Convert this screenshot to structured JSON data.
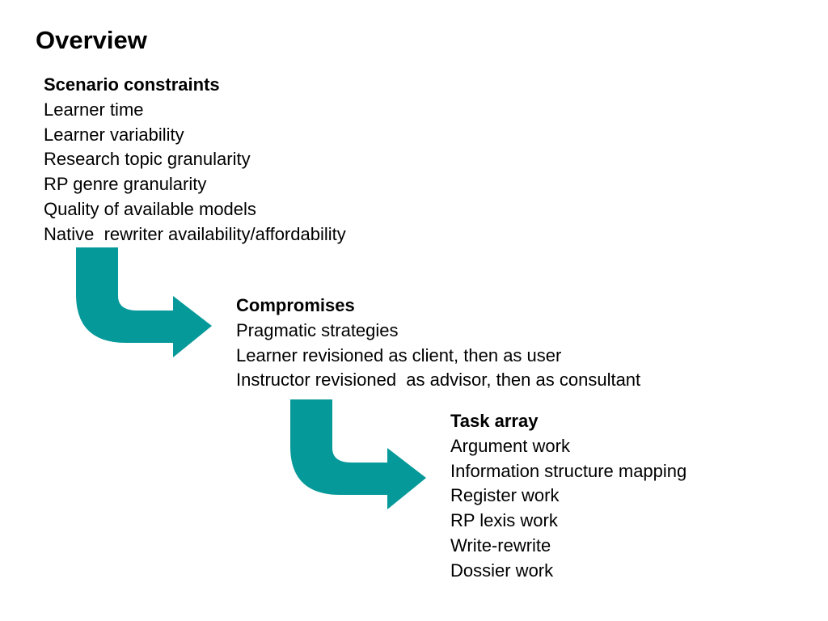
{
  "title": "Overview",
  "accent_color": "#069999",
  "sections": [
    {
      "heading": "Scenario constraints",
      "items": [
        "Learner time",
        "Learner variability",
        "Research topic granularity",
        "RP genre granularity",
        "Quality of available models",
        "Native  rewriter availability/affordability"
      ]
    },
    {
      "heading": "Compromises",
      "items": [
        "Pragmatic strategies",
        "Learner revisioned as client, then as user",
        "Instructor revisioned  as advisor, then as consultant"
      ]
    },
    {
      "heading": "Task array",
      "items": [
        "Argument work",
        "Information structure mapping",
        "Register work",
        "RP lexis work",
        "Write-rewrite",
        "Dossier work"
      ]
    }
  ]
}
